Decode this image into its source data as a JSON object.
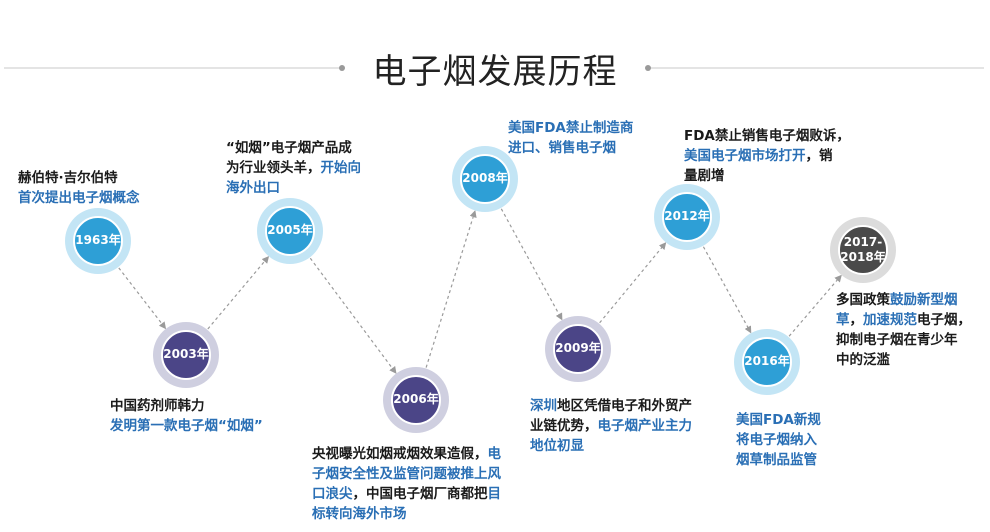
{
  "title": "电子烟发展历程",
  "colors": {
    "blue_node": "#2e9fd6",
    "blue_ring": "#c3e5f5",
    "purple_node": "#4b4587",
    "purple_ring": "#cfcfe0",
    "gray_node": "#4a4a4a",
    "gray_ring": "#dcdcdc",
    "highlight": "#2a6fb5",
    "connector": "#9a9a9a"
  },
  "milestones": [
    {
      "year": "1963年",
      "lines": [
        [
          {
            "t": "赫伯特·吉尔伯特",
            "hl": false
          }
        ],
        [
          {
            "t": "首次提出电子烟概念",
            "hl": true
          }
        ]
      ]
    },
    {
      "year": "2003年",
      "lines": [
        [
          {
            "t": "中国药剂师韩力",
            "hl": false
          }
        ],
        [
          {
            "t": "发明第一款电子烟“如烟”",
            "hl": true
          }
        ]
      ]
    },
    {
      "year": "2005年",
      "lines": [
        [
          {
            "t": "“如烟”电子烟产品成",
            "hl": false
          }
        ],
        [
          {
            "t": "为行业领头羊，",
            "hl": false
          },
          {
            "t": "开始向",
            "hl": true
          }
        ],
        [
          {
            "t": "海外出口",
            "hl": true
          }
        ]
      ]
    },
    {
      "year": "2006年",
      "lines": [
        [
          {
            "t": "央视曝光如烟戒烟效果造假，",
            "hl": false
          },
          {
            "t": "电",
            "hl": true
          }
        ],
        [
          {
            "t": "子烟安全性及监管问题被推上风",
            "hl": true
          }
        ],
        [
          {
            "t": "口浪尖",
            "hl": true
          },
          {
            "t": "，中国电子烟厂商都把",
            "hl": false
          },
          {
            "t": "目",
            "hl": true
          }
        ],
        [
          {
            "t": "标转向海外市场",
            "hl": true
          }
        ]
      ]
    },
    {
      "year": "2008年",
      "lines": [
        [
          {
            "t": "美国FDA禁止制造商",
            "hl": true
          }
        ],
        [
          {
            "t": "进口、销售电子烟",
            "hl": true
          }
        ]
      ]
    },
    {
      "year": "2009年",
      "lines": [
        [
          {
            "t": "深圳",
            "hl": true
          },
          {
            "t": "地区凭借电子和外贸产",
            "hl": false
          }
        ],
        [
          {
            "t": "业链优势，",
            "hl": false
          },
          {
            "t": "电子烟产业主力",
            "hl": true
          }
        ],
        [
          {
            "t": "地位初显",
            "hl": true
          }
        ]
      ]
    },
    {
      "year": "2012年",
      "lines": [
        [
          {
            "t": "FDA禁止销售电子烟败诉，",
            "hl": false
          }
        ],
        [
          {
            "t": "美国电子烟市场打开",
            "hl": true
          },
          {
            "t": "，销",
            "hl": false
          }
        ],
        [
          {
            "t": "量剧增",
            "hl": false
          }
        ]
      ]
    },
    {
      "year": "2016年",
      "lines": [
        [
          {
            "t": "美国FDA新规",
            "hl": true
          }
        ],
        [
          {
            "t": "将电子烟纳入",
            "hl": true
          }
        ],
        [
          {
            "t": "烟草制品监管",
            "hl": true
          }
        ]
      ]
    },
    {
      "year": "2017-2018年",
      "lines": [
        [
          {
            "t": "多国政策",
            "hl": false
          },
          {
            "t": "鼓励新型烟",
            "hl": true
          }
        ],
        [
          {
            "t": "草",
            "hl": true
          },
          {
            "t": "，",
            "hl": false
          },
          {
            "t": "加速规范",
            "hl": true
          },
          {
            "t": "电子烟，",
            "hl": false
          }
        ],
        [
          {
            "t": "抑制电子烟在青少年",
            "hl": false
          }
        ],
        [
          {
            "t": "中的泛滥",
            "hl": false
          }
        ]
      ]
    }
  ]
}
